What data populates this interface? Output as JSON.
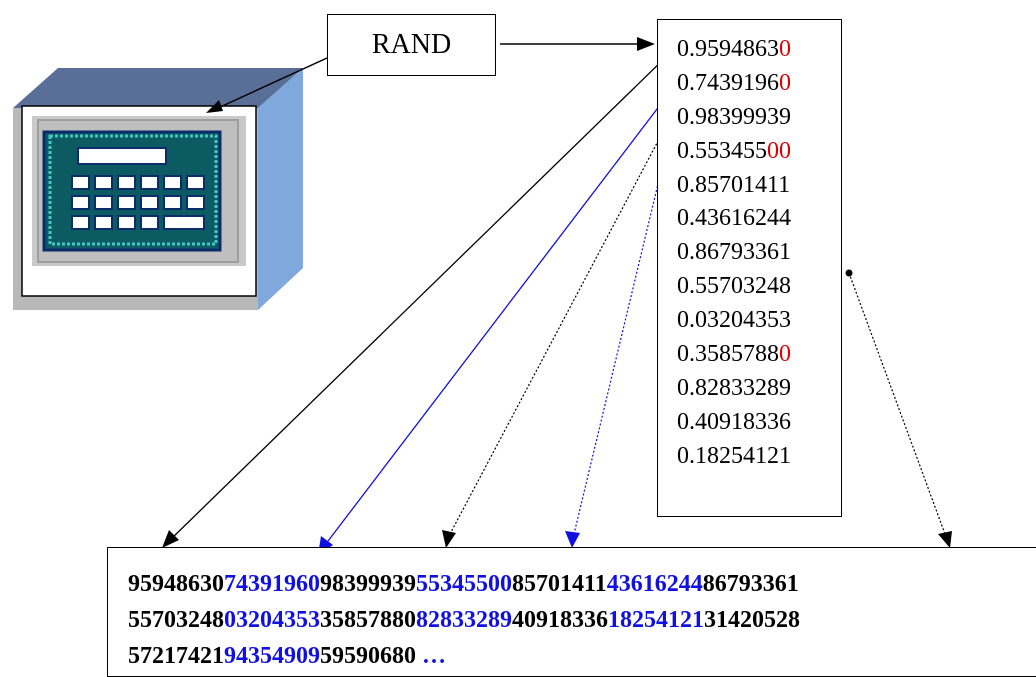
{
  "rand_label": "RAND",
  "numbers": [
    {
      "main": "0.9594863",
      "tail": "0"
    },
    {
      "main": "0.7439196",
      "tail": "0"
    },
    {
      "main": "0.98399939",
      "tail": ""
    },
    {
      "main": "0.553455",
      "tail": "00"
    },
    {
      "main": "0.85701411",
      "tail": ""
    },
    {
      "main": "0.43616244",
      "tail": ""
    },
    {
      "main": "0.86793361",
      "tail": ""
    },
    {
      "main": "0.55703248",
      "tail": ""
    },
    {
      "main": "0.03204353",
      "tail": ""
    },
    {
      "main": "0.3585788",
      "tail": "0"
    },
    {
      "main": "0.82833289",
      "tail": ""
    },
    {
      "main": "0.40918336",
      "tail": ""
    },
    {
      "main": "0.18254121",
      "tail": ""
    }
  ],
  "sequence_lines": [
    [
      "95948630",
      "74391960",
      "98399939",
      "55345500",
      "85701411",
      "43616244",
      "86793361"
    ],
    [
      "55703248",
      "03204353",
      "35857880",
      "82833289",
      "40918336",
      "18254121",
      "31420528"
    ],
    [
      "57217421",
      "94354909",
      "59590680",
      " …"
    ]
  ],
  "colors": {
    "black": "#000000",
    "blue": "#1010e0",
    "red": "#e00000"
  },
  "icon": "calculator-icon"
}
